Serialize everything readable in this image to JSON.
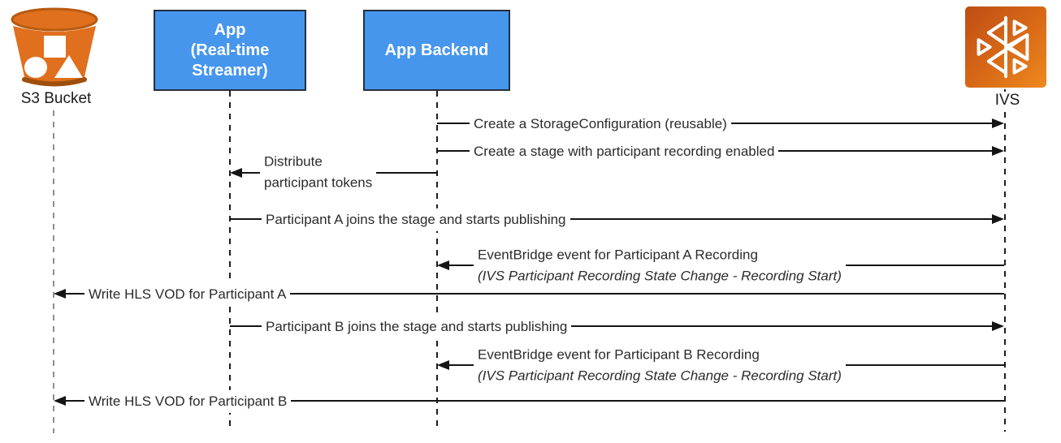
{
  "diagram": {
    "type": "sequence-diagram",
    "background": "#ffffff"
  },
  "actors": {
    "s3": {
      "label": "S3 Bucket",
      "icon": "s3-bucket-icon"
    },
    "app": {
      "label": "App\n(Real-time\nStreamer)"
    },
    "backend": {
      "label": "App Backend"
    },
    "ivs": {
      "label": "IVS",
      "icon": "ivs-icon"
    }
  },
  "messages": [
    {
      "from": "App Backend",
      "to": "IVS",
      "text": "Create a StorageConfiguration (reusable)"
    },
    {
      "from": "App Backend",
      "to": "IVS",
      "text": "Create a stage with participant recording enabled"
    },
    {
      "from": "App Backend",
      "to": "App",
      "line1": "Distribute",
      "line2": "participant tokens"
    },
    {
      "from": "App",
      "to": "IVS",
      "text": "Participant A joins the stage and starts publishing"
    },
    {
      "from": "IVS",
      "to": "App Backend",
      "line1": "EventBridge event for Participant A Recording",
      "line2": "(IVS Participant Recording State Change - Recording Start)"
    },
    {
      "from": "IVS",
      "to": "S3 Bucket",
      "text": "Write HLS VOD for Participant A"
    },
    {
      "from": "App",
      "to": "IVS",
      "text": "Participant B joins the stage and starts publishing"
    },
    {
      "from": "IVS",
      "to": "App Backend",
      "line1": "EventBridge event for Participant B Recording",
      "line2": "(IVS Participant Recording State Change - Recording Start)"
    },
    {
      "from": "IVS",
      "to": "S3 Bucket",
      "text": "Write HLS VOD for Participant B"
    }
  ],
  "colors": {
    "actor_box_fill": "#4696EE",
    "actor_box_border": "#23303E",
    "s3_orange": "#E0701E",
    "s3_rim_dark": "#9E4F0C",
    "ivs_gradient_start": "#BF4D14",
    "ivs_gradient_end": "#ED8A1E",
    "line_color": "#141414",
    "s3_lifeline_gray": "#8f8f8f"
  }
}
